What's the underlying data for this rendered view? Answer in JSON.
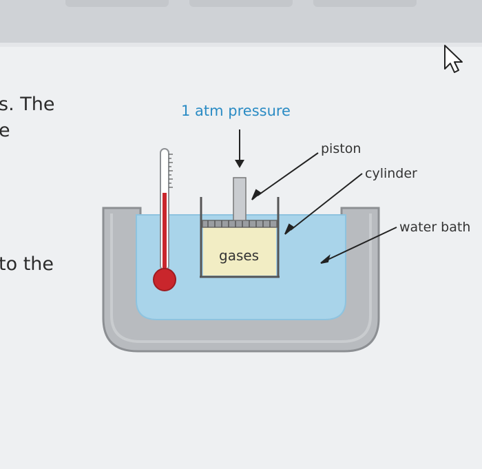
{
  "page_text": {
    "fragment_line1": "s. The",
    "fragment_line2": "e",
    "fragment_line3": "to the"
  },
  "diagram": {
    "labels": {
      "pressure": "1 atm pressure",
      "piston": "piston",
      "cylinder": "cylinder",
      "water_bath": "water bath",
      "gases": "gases"
    },
    "colors": {
      "pressure_label": "#2a8bc4",
      "water": "#a9d4ea",
      "water_dark": "#8ec3df",
      "container": "#b8bbbf",
      "container_dark": "#9a9da1",
      "gas": "#f2edc4",
      "thermometer_red": "#c9262c",
      "label_text": "#333333"
    }
  },
  "icons": {
    "cursor": "mouse-pointer-icon",
    "arrow": "arrow-icon"
  }
}
